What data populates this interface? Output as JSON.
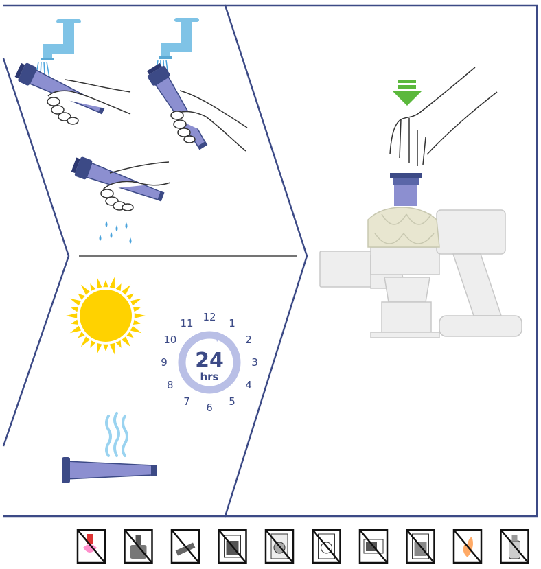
{
  "clock": {
    "value": "24",
    "unit": "hrs",
    "hours": [
      "12",
      "1",
      "2",
      "3",
      "4",
      "5",
      "6",
      "7",
      "8",
      "9",
      "10",
      "11"
    ]
  },
  "colors": {
    "frame": "#3c4a86",
    "filter_body": "#8c8fd0",
    "filter_cap": "#3c4a86",
    "water": "#4aa3dc",
    "tap": "#7fc3e6",
    "sun": "#ffd200",
    "arrow": "#5bb83c",
    "clock_ring": "#b9bfe6",
    "vacuum": "#eeeeee"
  },
  "warnings": [
    {
      "icon": "dishwasher-cap-icon"
    },
    {
      "icon": "washing-bucket-icon"
    },
    {
      "icon": "brush-icon"
    },
    {
      "icon": "oven-icon"
    },
    {
      "icon": "washing-machine-icon"
    },
    {
      "icon": "tumble-dryer-icon"
    },
    {
      "icon": "microwave-icon"
    },
    {
      "icon": "dishwasher-icon"
    },
    {
      "icon": "naked-flame-icon"
    },
    {
      "icon": "spray-bottle-icon"
    }
  ]
}
